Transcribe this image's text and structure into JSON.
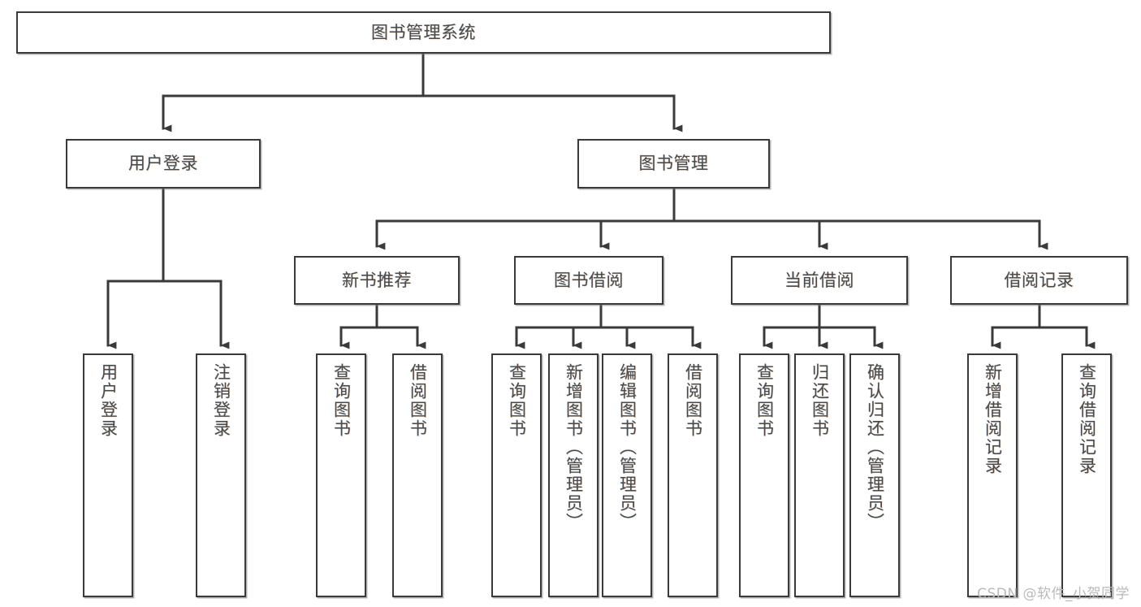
{
  "diagram": {
    "title": "图书管理系统",
    "watermark": "CSDN @软件_小贺同学",
    "line_color": "#3a3a3a",
    "box_border_color": "#3a3a3a",
    "box_fill_color": "#ffffff",
    "text_color": "#4a4a4a",
    "nodes": {
      "root": "图书管理系统",
      "user_login": "用户登录",
      "book_manage": "图书管理",
      "new_book_rec": "新书推荐",
      "book_borrow": "图书借阅",
      "current_borrow": "当前借阅",
      "borrow_record": "借阅记录",
      "leaf_user_login": "用户登录",
      "leaf_user_logout": "注销登录",
      "leaf_rec_query": "查询图书",
      "leaf_rec_borrow": "借阅图书",
      "leaf_borrow_query": "查询图书",
      "leaf_borrow_add": "新增图书（管理员）",
      "leaf_borrow_edit": "编辑图书（管理员）",
      "leaf_borrow_lend": "借阅图书",
      "leaf_cur_query": "查询图书",
      "leaf_cur_return": "归还图书",
      "leaf_cur_confirm": "确认归还（管理员）",
      "leaf_rec_add": "新增借阅记录",
      "leaf_rec_search": "查询借阅记录"
    }
  }
}
